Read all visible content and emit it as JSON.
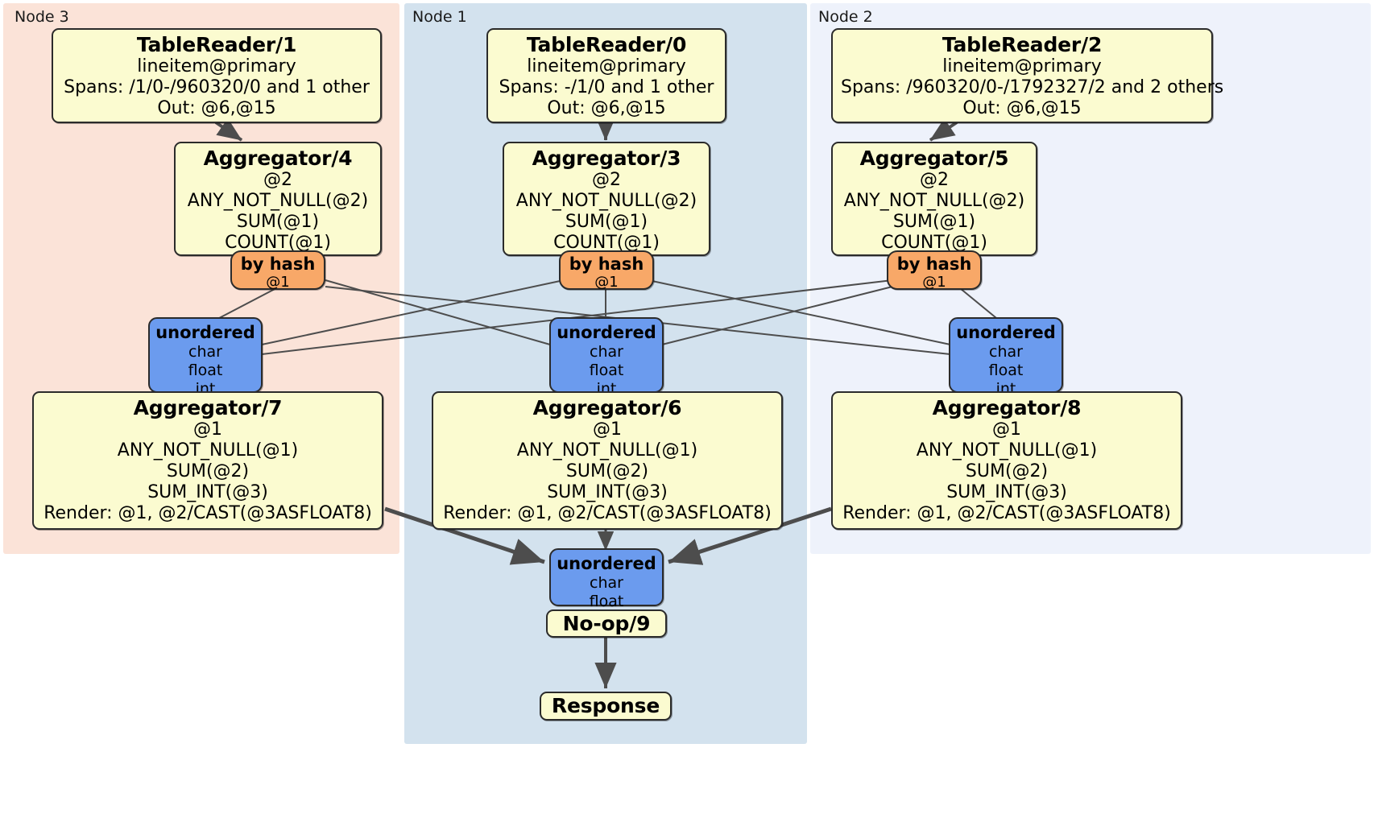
{
  "diagram": {
    "type": "distributed-query-execution-plan",
    "title": "DistSQL flow diagram"
  },
  "colors": {
    "node3_panel": "#fbe3d8",
    "node1_panel": "#d3e2ee",
    "node2_panel": "#eef2fb",
    "processor_fill": "#fbfbd0",
    "router_fill": "#f8a868",
    "sync_fill": "#6b9bee",
    "border": "#2b2b2b",
    "edge": "#4d4d4d"
  },
  "panels": [
    {
      "id": "node3",
      "label": "Node 3"
    },
    {
      "id": "node1",
      "label": "Node 1"
    },
    {
      "id": "node2",
      "label": "Node 2"
    }
  ],
  "processors": {
    "tablereader1": {
      "title": "TableReader/1",
      "lines": [
        "lineitem@primary",
        "Spans: /1/0-/960320/0 and 1 other",
        "Out: @6,@15"
      ]
    },
    "tablereader0": {
      "title": "TableReader/0",
      "lines": [
        "lineitem@primary",
        "Spans: -/1/0 and 1 other",
        "Out: @6,@15"
      ]
    },
    "tablereader2": {
      "title": "TableReader/2",
      "lines": [
        "lineitem@primary",
        "Spans: /960320/0-/1792327/2 and 2 others",
        "Out: @6,@15"
      ]
    },
    "aggregator4": {
      "title": "Aggregator/4",
      "lines": [
        "@2",
        "ANY_NOT_NULL(@2)",
        "SUM(@1)",
        "COUNT(@1)"
      ]
    },
    "aggregator3": {
      "title": "Aggregator/3",
      "lines": [
        "@2",
        "ANY_NOT_NULL(@2)",
        "SUM(@1)",
        "COUNT(@1)"
      ]
    },
    "aggregator5": {
      "title": "Aggregator/5",
      "lines": [
        "@2",
        "ANY_NOT_NULL(@2)",
        "SUM(@1)",
        "COUNT(@1)"
      ]
    },
    "aggregator7": {
      "title": "Aggregator/7",
      "lines": [
        "@1",
        "ANY_NOT_NULL(@1)",
        "SUM(@2)",
        "SUM_INT(@3)",
        "Render: @1, @2/CAST(@3ASFLOAT8)"
      ]
    },
    "aggregator6": {
      "title": "Aggregator/6",
      "lines": [
        "@1",
        "ANY_NOT_NULL(@1)",
        "SUM(@2)",
        "SUM_INT(@3)",
        "Render: @1, @2/CAST(@3ASFLOAT8)"
      ]
    },
    "aggregator8": {
      "title": "Aggregator/8",
      "lines": [
        "@1",
        "ANY_NOT_NULL(@1)",
        "SUM(@2)",
        "SUM_INT(@3)",
        "Render: @1, @2/CAST(@3ASFLOAT8)"
      ]
    },
    "noop9": {
      "title": "No-op/9",
      "lines": []
    },
    "response": {
      "title": "Response",
      "lines": []
    }
  },
  "routers": {
    "router_node3": {
      "title": "by hash",
      "detail": "@1"
    },
    "router_node1": {
      "title": "by hash",
      "detail": "@1"
    },
    "router_node2": {
      "title": "by hash",
      "detail": "@1"
    }
  },
  "synchronizers": {
    "sync_node3": {
      "title": "unordered",
      "types": [
        "char",
        "float",
        "int"
      ]
    },
    "sync_node1": {
      "title": "unordered",
      "types": [
        "char",
        "float",
        "int"
      ]
    },
    "sync_node2": {
      "title": "unordered",
      "types": [
        "char",
        "float",
        "int"
      ]
    },
    "sync_final": {
      "title": "unordered",
      "types": [
        "char",
        "float"
      ]
    }
  }
}
